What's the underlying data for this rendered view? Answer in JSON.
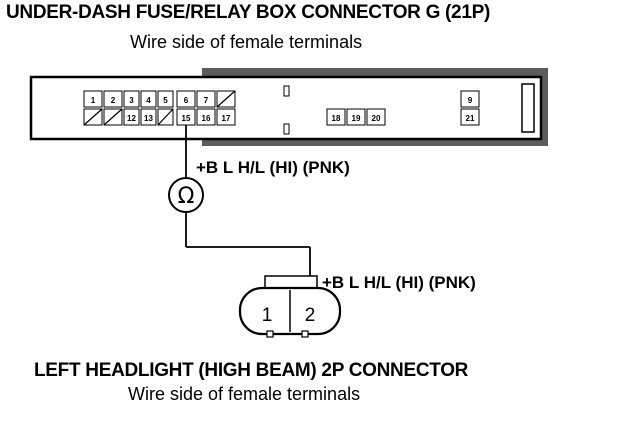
{
  "fuse_box": {
    "title": "UNDER-DASH FUSE/RELAY BOX CONNECTOR G (21P)",
    "subtitle": "Wire side of female terminals",
    "terminals_row1": [
      "1",
      "2",
      "3",
      "4",
      "5",
      "6",
      "7",
      "",
      "9"
    ],
    "terminals_row2": [
      "12",
      "13",
      "15",
      "16",
      "17",
      "18",
      "19",
      "20",
      "21"
    ]
  },
  "wire_labels": {
    "top": "+B L H/L (HI) (PNK)",
    "bottom": "+B L H/L (HI) (PNK)"
  },
  "meter_symbol": "Ω",
  "headlight": {
    "title": "LEFT HEADLIGHT (HIGH BEAM) 2P CONNECTOR",
    "subtitle": "Wire side of female terminals",
    "terminals": [
      "1",
      "2"
    ]
  }
}
